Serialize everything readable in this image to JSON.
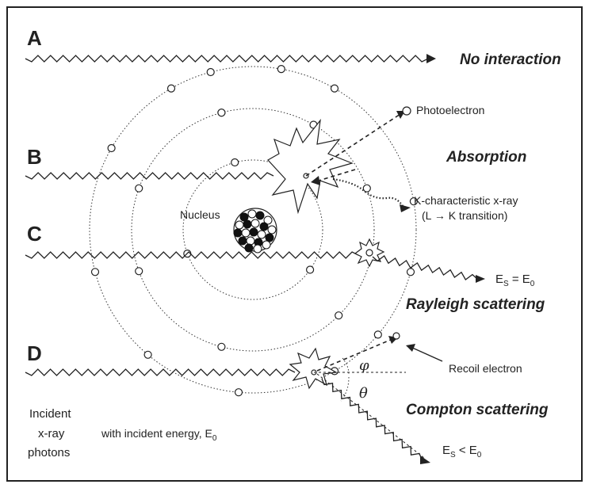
{
  "labels": {
    "a": "A",
    "b": "B",
    "c": "C",
    "d": "D"
  },
  "interactions": {
    "none": "No interaction",
    "absorption": "Absorption",
    "rayleigh": "Rayleigh scattering",
    "compton": "Compton scattering"
  },
  "annotations": {
    "photoelectron": "Photoelectron",
    "k_xray_line1": "K-characteristic x-ray",
    "k_xray_line2": "(L → K transition)",
    "nucleus": "Nucleus",
    "recoil": "Recoil electron",
    "phi": "φ",
    "theta": "θ"
  },
  "energies": {
    "rayleigh_es": "E",
    "rayleigh_es_sub": "S",
    "rayleigh_rel": " = E",
    "rayleigh_e0_sub": "0",
    "compton_es": "E",
    "compton_es_sub": "S",
    "compton_rel": " < E",
    "compton_e0_sub": "0"
  },
  "incident": {
    "line1": "Incident",
    "line2": "x-ray",
    "line3": "photons",
    "energy_text": "with incident energy, E",
    "energy_sub": "0"
  },
  "colors": {
    "ink": "#222222",
    "background": "#ffffff"
  }
}
